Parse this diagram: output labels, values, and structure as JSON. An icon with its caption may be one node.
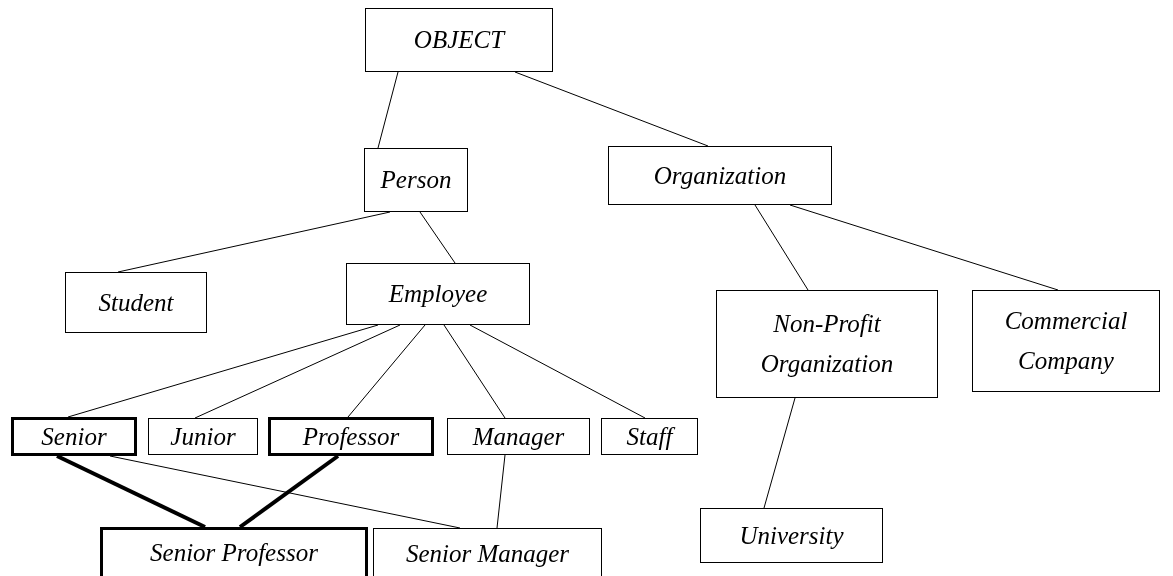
{
  "diagram": {
    "nodes": [
      {
        "text": [
          "OBJECT"
        ]
      },
      {
        "text": [
          "Person"
        ]
      },
      {
        "text": [
          "Organization"
        ]
      },
      {
        "text": [
          "Student"
        ]
      },
      {
        "text": [
          "Employee"
        ]
      },
      {
        "text": [
          "Non-Profit Organization"
        ]
      },
      {
        "text": [
          "Commercial Company"
        ]
      },
      {
        "text": [
          "Senior"
        ]
      },
      {
        "text": [
          "Junior"
        ]
      },
      {
        "text": [
          "Professor"
        ]
      },
      {
        "text": [
          "Manager"
        ]
      },
      {
        "text": [
          "Staff"
        ]
      },
      {
        "text": [
          "Senior Professor"
        ]
      },
      {
        "text": [
          "Senior Manager"
        ]
      },
      {
        "text": [
          "University"
        ]
      }
    ],
    "edges": [
      {
        "from": 0,
        "to": 1,
        "arrow": "none"
      },
      {
        "from": 0,
        "to": 2,
        "arrow": "none"
      },
      {
        "from": 1,
        "to": 3,
        "arrow": "none"
      },
      {
        "from": 1,
        "to": 4,
        "arrow": "none"
      },
      {
        "from": 2,
        "to": 5,
        "arrow": "none"
      },
      {
        "from": 2,
        "to": 6,
        "arrow": "none"
      },
      {
        "from": 4,
        "to": 7,
        "arrow": "none"
      },
      {
        "from": 4,
        "to": 8,
        "arrow": "none"
      },
      {
        "from": 4,
        "to": 9,
        "arrow": "none"
      },
      {
        "from": 4,
        "to": 10,
        "arrow": "none"
      },
      {
        "from": 4,
        "to": 11,
        "arrow": "none"
      },
      {
        "from": 7,
        "to": 12,
        "arrow": "none",
        "style": "thick"
      },
      {
        "from": 9,
        "to": 12,
        "arrow": "none",
        "style": "thick"
      },
      {
        "from": 7,
        "to": 13,
        "arrow": "none"
      },
      {
        "from": 10,
        "to": 13,
        "arrow": "none"
      },
      {
        "from": 5,
        "to": 14,
        "arrow": "none"
      }
    ]
  }
}
